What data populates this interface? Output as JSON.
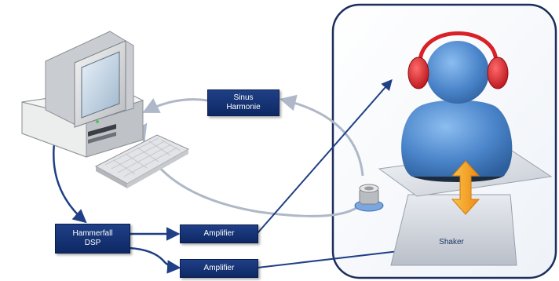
{
  "nodes": {
    "sinus": {
      "line1": "Sinus",
      "line2": "Harmonie"
    },
    "hammerfall": {
      "line1": "Hammerfall",
      "line2": "DSP"
    },
    "amplifier_top": {
      "label": "Amplifier"
    },
    "amplifier_bottom": {
      "label": "Amplifier"
    },
    "shaker": {
      "label": "Shaker"
    }
  },
  "colors": {
    "box_fill": "#163679",
    "arrow_dark": "#1f3f86",
    "arrow_light": "#aeb8c8",
    "panel_border": "#1b2e5c",
    "person": "#4a84c9",
    "headphones": "#d82128",
    "orange_arrow": "#f6a21b"
  },
  "icons": [
    "computer-icon",
    "keyboard-icon",
    "headphones-icon",
    "person-icon",
    "microphone-icon",
    "double-arrow-icon"
  ]
}
